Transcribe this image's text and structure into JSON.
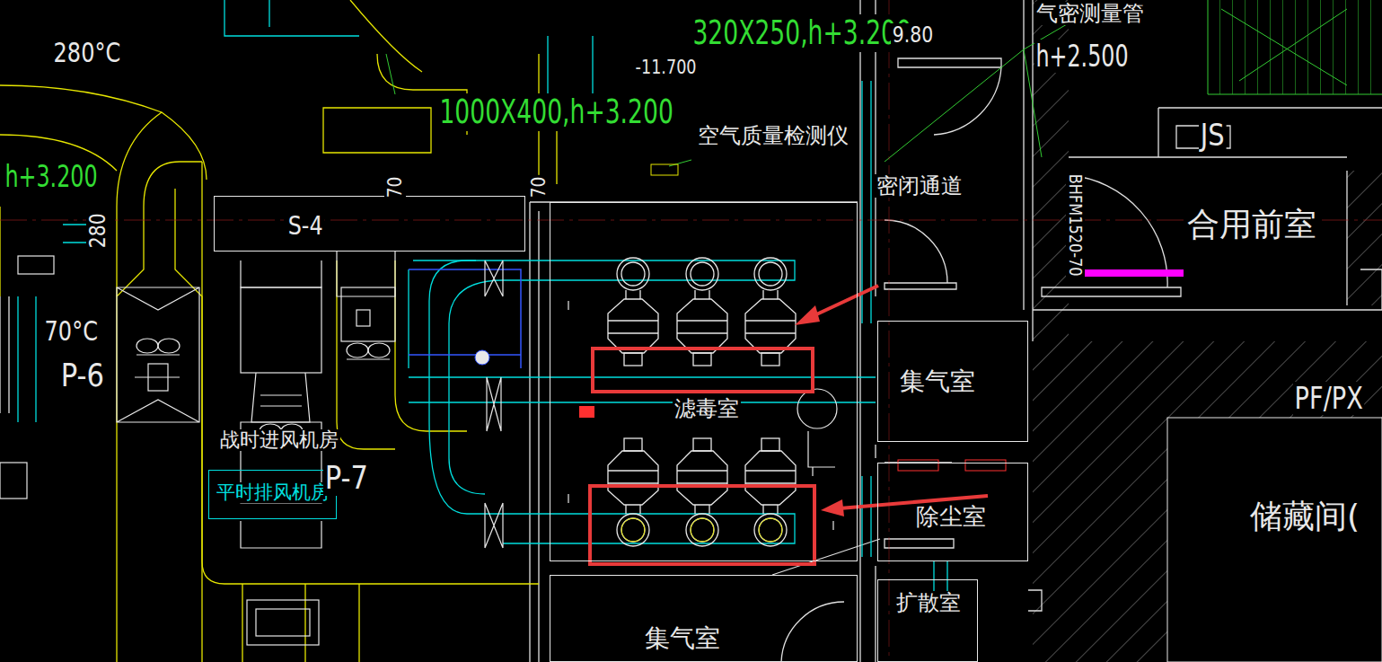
{
  "diagram": {
    "nodes": [
      {
        "text": [
          "S-4"
        ]
      },
      {
        "text": [
          "平时排风机房"
        ]
      },
      {
        "text": [
          "滤毒室"
        ]
      },
      {
        "text": [
          "集气室"
        ]
      },
      {
        "text": [
          "除尘室"
        ]
      },
      {
        "text": [
          "扩散室"
        ]
      },
      {
        "text": [
          "集气室"
        ]
      },
      {
        "text": [
          "密闭通道"
        ]
      },
      {
        "text": [
          "合用前室"
        ]
      },
      {
        "text": [
          "储藏间("
        ]
      }
    ],
    "labels": [
      "280°C",
      "320X250,h+3.200",
      "9.80",
      "气密测量管",
      "h+2.500",
      "-11.700",
      "1000X400,h+3.200",
      "空气质量检测仪",
      "h+3.200",
      "280",
      "70",
      "70",
      "70°C",
      "P-6",
      "战时进风机房",
      "P-7",
      "JS",
      "BHFM1520-70",
      "PF/PX"
    ]
  }
}
